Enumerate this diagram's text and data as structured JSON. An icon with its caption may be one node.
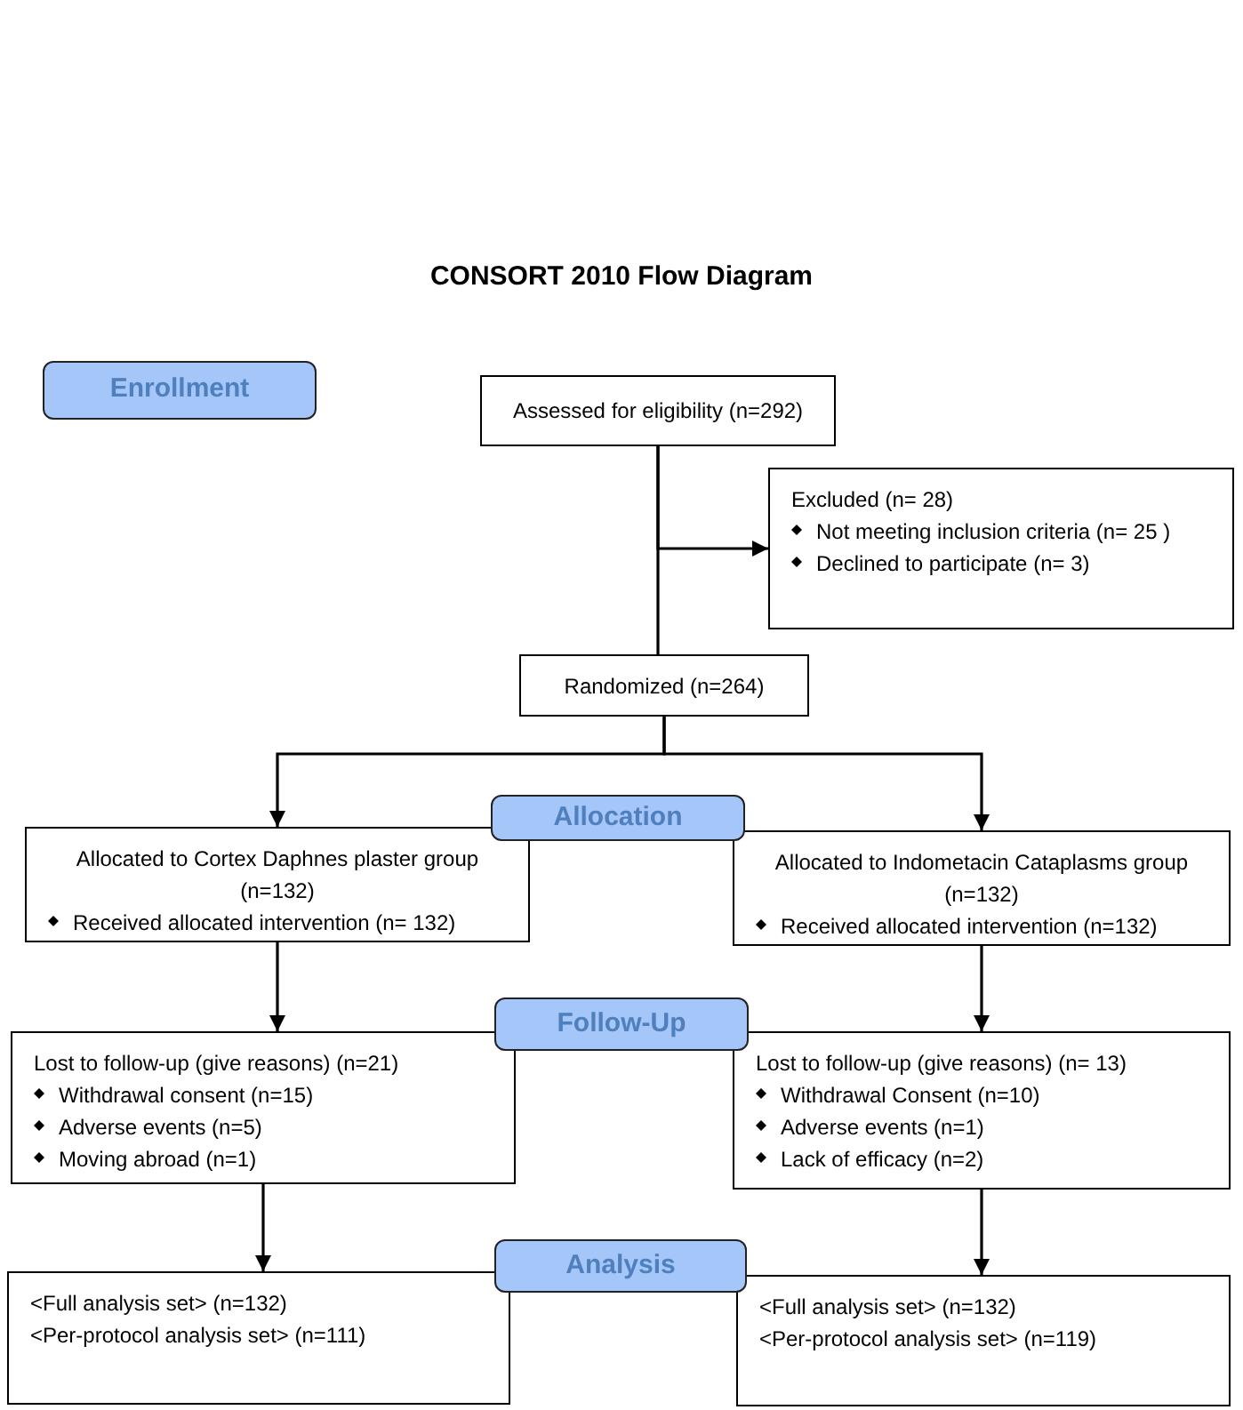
{
  "diagram": {
    "title": "CONSORT 2010 Flow Diagram",
    "nodes": [
      {
        "text": [
          "Enrollment"
        ]
      },
      {
        "text": [
          "Assessed for eligibility (n=292)"
        ]
      },
      {
        "text": [
          "Excluded (n= 28)",
          "Not meeting inclusion criteria (n= 25 )",
          "Declined to participate (n= 3)"
        ]
      },
      {
        "text": [
          "Randomized (n=264)"
        ]
      },
      {
        "text": [
          "Allocation"
        ]
      },
      {
        "text": [
          "Allocated to Cortex Daphnes plaster group (n=132)",
          "Received allocated intervention (n= 132)"
        ]
      },
      {
        "text": [
          "Allocated to Indometacin Cataplasms group (n=132)",
          "Received allocated intervention (n=132)"
        ]
      },
      {
        "text": [
          "Follow-Up"
        ]
      },
      {
        "text": [
          "Lost to follow-up (give reasons) (n=21)",
          "Withdrawal consent (n=15)",
          "Adverse events (n=5)",
          "Moving abroad (n=1)"
        ]
      },
      {
        "text": [
          "Lost to follow-up (give reasons) (n= 13)",
          "Withdrawal Consent (n=10)",
          "Adverse events (n=1)",
          "Lack of efficacy (n=2)"
        ]
      },
      {
        "text": [
          "Analysis"
        ]
      },
      {
        "text": [
          "<Full analysis set> (n=132)",
          "<Per-protocol analysis set> (n=111)"
        ]
      },
      {
        "text": [
          "<Full analysis set> (n=132)",
          "<Per-protocol analysis set> (n=119)"
        ]
      }
    ],
    "edges": [
      {
        "from": 1,
        "to": 3,
        "arrow": "none"
      },
      {
        "from": 1,
        "to": 2,
        "arrow": "to"
      },
      {
        "from": 3,
        "to": 5,
        "arrow": "to"
      },
      {
        "from": 3,
        "to": 6,
        "arrow": "to"
      },
      {
        "from": 5,
        "to": 8,
        "arrow": "to"
      },
      {
        "from": 6,
        "to": 9,
        "arrow": "to"
      },
      {
        "from": 8,
        "to": 11,
        "arrow": "to"
      },
      {
        "from": 9,
        "to": 12,
        "arrow": "to"
      }
    ]
  }
}
